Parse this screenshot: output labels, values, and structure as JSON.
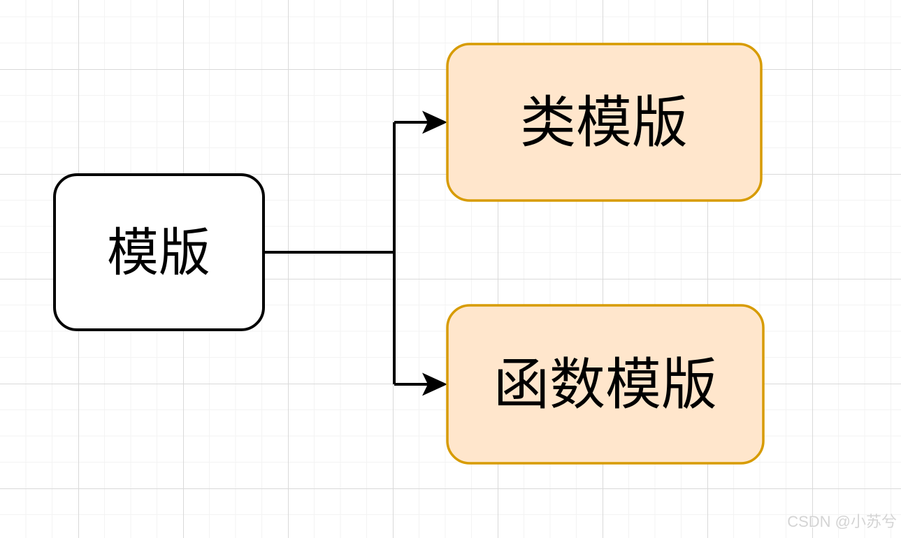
{
  "diagram": {
    "nodes": [
      {
        "id": "root",
        "label": "模版"
      },
      {
        "id": "class-template",
        "label": "类模版"
      },
      {
        "id": "function-template",
        "label": "函数模版"
      }
    ],
    "edges": [
      {
        "from": "root",
        "to": "class-template"
      },
      {
        "from": "root",
        "to": "function-template"
      }
    ],
    "colors": {
      "root_fill": "#ffffff",
      "root_stroke": "#000000",
      "child_fill": "#ffe6cc",
      "child_stroke": "#d79b00",
      "connector": "#000000",
      "grid_minor": "#f3f3f3",
      "grid_major": "#d9d9d9",
      "background": "#ffffff",
      "watermark": "#d4d4d4"
    }
  },
  "watermark": {
    "text": "CSDN @小苏兮"
  }
}
